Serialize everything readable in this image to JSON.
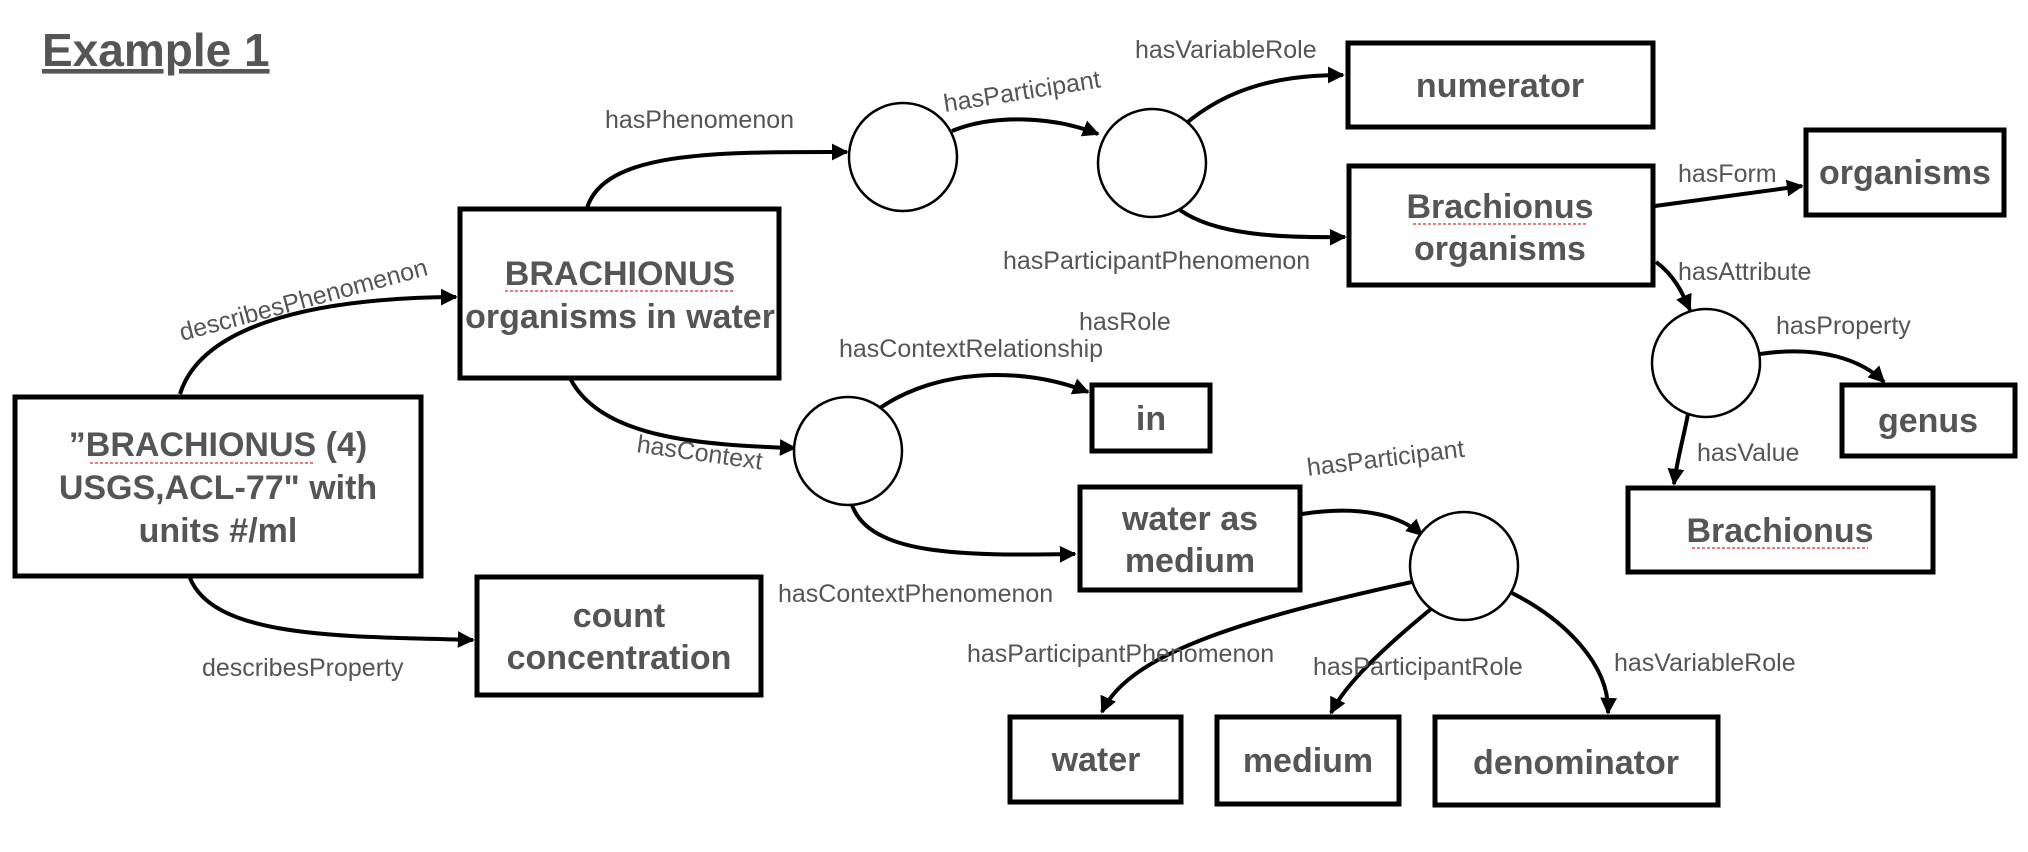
{
  "title": "Example 1",
  "nodes": {
    "source": [
      "”BRACHIONUS (4)",
      "USGS,ACL-77\" with",
      "units #/ml"
    ],
    "phenomenon": [
      "BRACHIONUS",
      "organisms in water"
    ],
    "count_concentration": [
      "count",
      "concentration"
    ],
    "numerator": [
      "numerator"
    ],
    "brachionus_organisms": [
      "Brachionus",
      "organisms"
    ],
    "organisms": [
      "organisms"
    ],
    "genus": [
      "genus"
    ],
    "brachionus_value": [
      "Brachionus"
    ],
    "in": [
      "in"
    ],
    "water_as_medium": [
      "water as",
      "medium"
    ],
    "water": [
      "water"
    ],
    "medium": [
      "medium"
    ],
    "denominator": [
      "denominator"
    ]
  },
  "edges": {
    "describes_phenomenon": "describesPhenomenon",
    "describes_property": "describesProperty",
    "has_phenomenon": "hasPhenomenon",
    "has_participant_1": "hasParticipant",
    "has_variable_role_1": "hasVariableRole",
    "has_participant_phenomenon_1": "hasParticipantPhenomenon",
    "has_form": "hasForm",
    "has_attribute": "hasAttribute",
    "has_property": "hasProperty",
    "has_value": "hasValue",
    "has_context": "hasContext",
    "has_role": "hasRole",
    "has_context_relationship": "hasContextRelationship",
    "has_context_phenomenon": "hasContextPhenomenon",
    "has_participant_2": "hasParticipant",
    "has_participant_phenomenon_2": "hasParticipantPhenomenon",
    "has_participant_role": "hasParticipantRole",
    "has_variable_role_2": "hasVariableRole"
  }
}
